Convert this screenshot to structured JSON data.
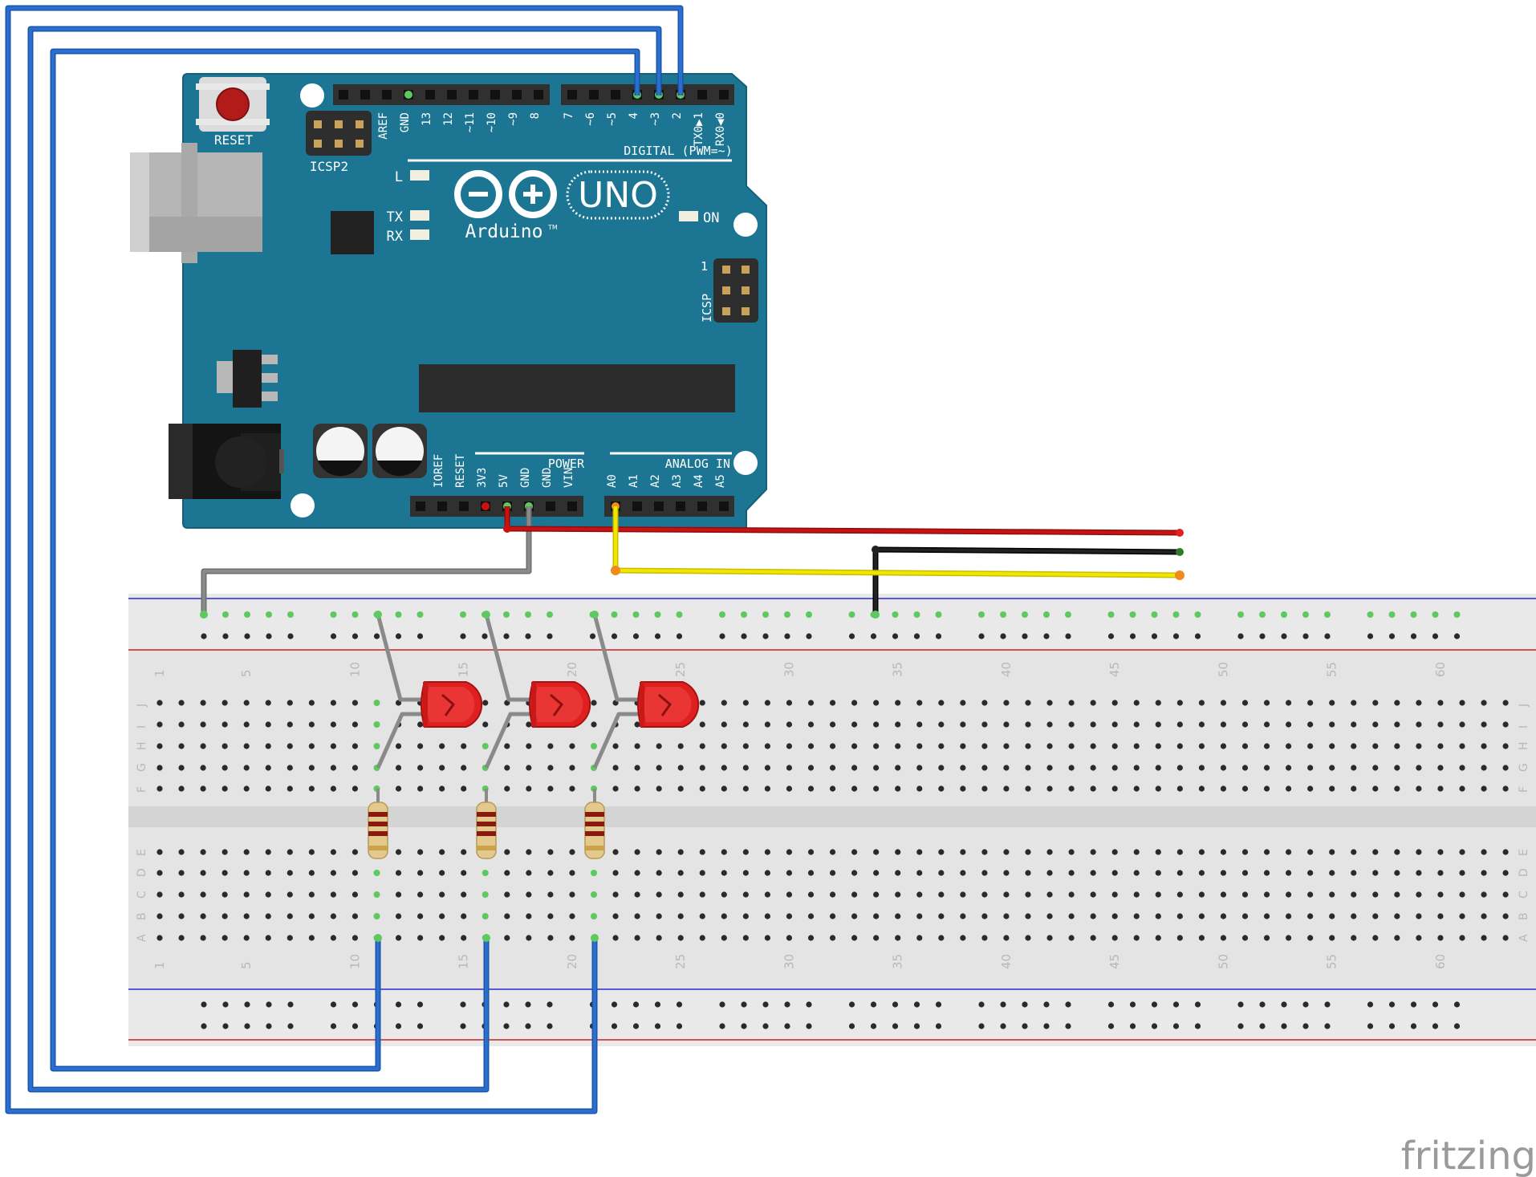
{
  "arduino": {
    "reset_label": "RESET",
    "icsp2_label": "ICSP2",
    "icsp_label": "ICSP",
    "icsp_pin1": "1",
    "digital_header_label": "DIGITAL (PWM=~)",
    "digital_pins_left": [
      "AREF",
      "GND",
      "13",
      "12",
      "~11",
      "~10",
      "~9",
      "8"
    ],
    "digital_pins_right": [
      "7",
      "~6",
      "~5",
      "4",
      "~3",
      "2",
      "TX0▶1",
      "RX0◀0"
    ],
    "power_header_label": "POWER",
    "power_pins": [
      "IOREF",
      "RESET",
      "3V3",
      "5V",
      "GND",
      "GND",
      "VIN"
    ],
    "analog_header_label": "ANALOG IN",
    "analog_pins": [
      "A0",
      "A1",
      "A2",
      "A3",
      "A4",
      "A5"
    ],
    "led_l_label": "L",
    "led_tx_label": "TX",
    "led_rx_label": "RX",
    "led_on_label": "ON",
    "brand_label": "Arduino",
    "trademark": "TM",
    "model_label": "UNO"
  },
  "breadboard": {
    "row_letters_top": [
      "J",
      "I",
      "H",
      "G",
      "F"
    ],
    "row_letters_bottom": [
      "E",
      "D",
      "C",
      "B",
      "A"
    ],
    "column_numbers": [
      "1",
      "5",
      "10",
      "15",
      "20",
      "25",
      "30",
      "35",
      "40",
      "45",
      "50",
      "55",
      "60"
    ]
  },
  "components": {
    "leds": [
      {
        "color": "red"
      },
      {
        "color": "red"
      },
      {
        "color": "red"
      }
    ],
    "resistors": [
      {
        "bands": [
          "#8a1a10",
          "#8a1a10",
          "#8a1a10",
          "#c9a24a"
        ]
      },
      {
        "bands": [
          "#8a1a10",
          "#8a1a10",
          "#8a1a10",
          "#c9a24a"
        ]
      },
      {
        "bands": [
          "#8a1a10",
          "#8a1a10",
          "#8a1a10",
          "#c9a24a"
        ]
      }
    ]
  },
  "wires": {
    "colors": {
      "signal": "#2a6fd0",
      "power": "#cc1111",
      "ground_black": "#222222",
      "ground_gray": "#8a8a8a",
      "analog": "#f2e600"
    }
  },
  "colors": {
    "board": "#1b7593",
    "breadboard": "#e4e4e4",
    "rail_blue": "#2b2bd0",
    "rail_red": "#d02020",
    "connected_pin": "#5ec95e"
  },
  "watermark": "fritzing"
}
